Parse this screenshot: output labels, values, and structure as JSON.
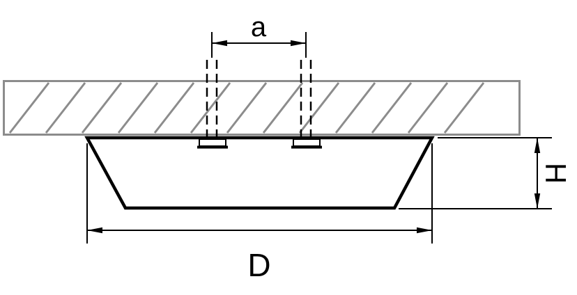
{
  "diagram": {
    "labels": {
      "hole_spacing": "a",
      "diameter": "D",
      "height": "H"
    },
    "colors": {
      "outline": "#000000",
      "ceiling_hatch": "#8c8c8c",
      "background": "#ffffff"
    }
  }
}
